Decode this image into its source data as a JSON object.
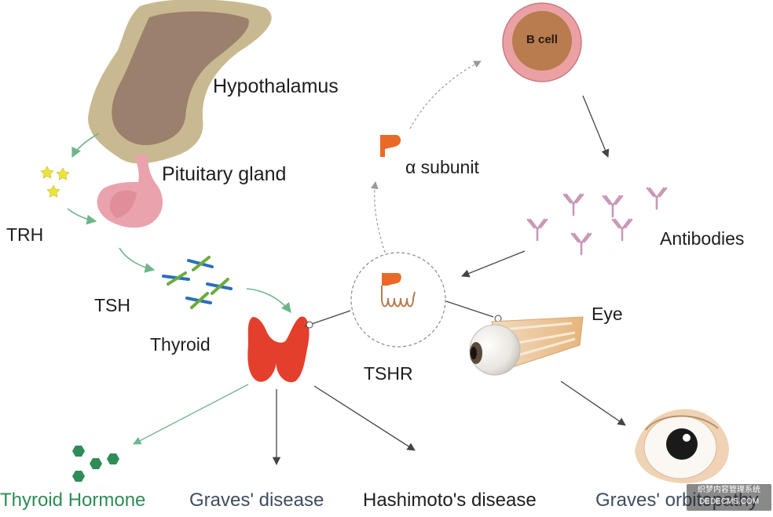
{
  "labels": {
    "hypothalamus": "Hypothalamus",
    "pituitary": "Pituitary gland",
    "trh": "TRH",
    "tsh": "TSH",
    "thyroid": "Thyroid",
    "tshr": "TSHR",
    "alpha_subunit": "α subunit",
    "b_cell": "B cell",
    "antibodies": "Antibodies",
    "eye": "Eye"
  },
  "outcomes": {
    "thyroid_hormone": "Thyroid Hormone",
    "graves_disease": "Graves' disease",
    "hashimoto": "Hashimoto's disease",
    "graves_orbitopathy": "Graves' orbitopathy"
  },
  "watermark": {
    "line1": "织梦内容管理系统",
    "line2": "DEDECMS.COM"
  },
  "icons": {
    "hypothalamus": "brain-region-icon",
    "pituitary": "pituitary-gland-icon",
    "trh": "star-molecule-icon",
    "tsh": "hormone-molecule-icon",
    "thyroid": "thyroid-gland-icon",
    "receptor": "receptor-icon",
    "b_cell": "cell-icon",
    "antibody": "antibody-icon",
    "eye": "eyeball-icon",
    "protruding_eye": "proptosis-eye-icon",
    "hormone": "hexagon-molecule-icon"
  },
  "colors": {
    "hypothalamus_outer": "#c9b991",
    "hypothalamus_inner": "#9b806d",
    "pituitary": "#eaa3ad",
    "thyroid": "#e43f2d",
    "b_cell_outer": "#eba1a3",
    "b_cell_inner": "#b87c4e",
    "alpha_subunit": "#e96a26",
    "antibody": "#c998b8",
    "trh_star": "#efe23a",
    "tsh_blue": "#2c6fb8",
    "tsh_green": "#6cab3c",
    "hormone_green": "#2e8c56",
    "arrow_green": "#6fb58a",
    "arrow_dark": "#444444"
  }
}
